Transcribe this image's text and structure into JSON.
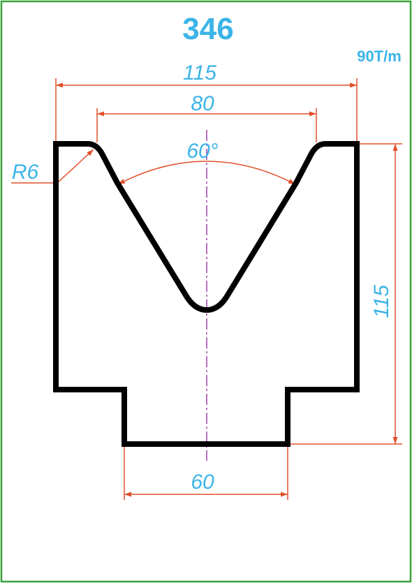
{
  "title": "346",
  "capacity": "90T/m",
  "dimensions": {
    "top_width": "115",
    "v_opening": "80",
    "angle": "60°",
    "radius": "R6",
    "height": "115",
    "tang_width": "60"
  },
  "colors": {
    "border": "#3aa33a",
    "outline": "#000000",
    "dimension_line": "#e0502a",
    "text": "#3bb4e8",
    "centerline": "#a040a8"
  }
}
